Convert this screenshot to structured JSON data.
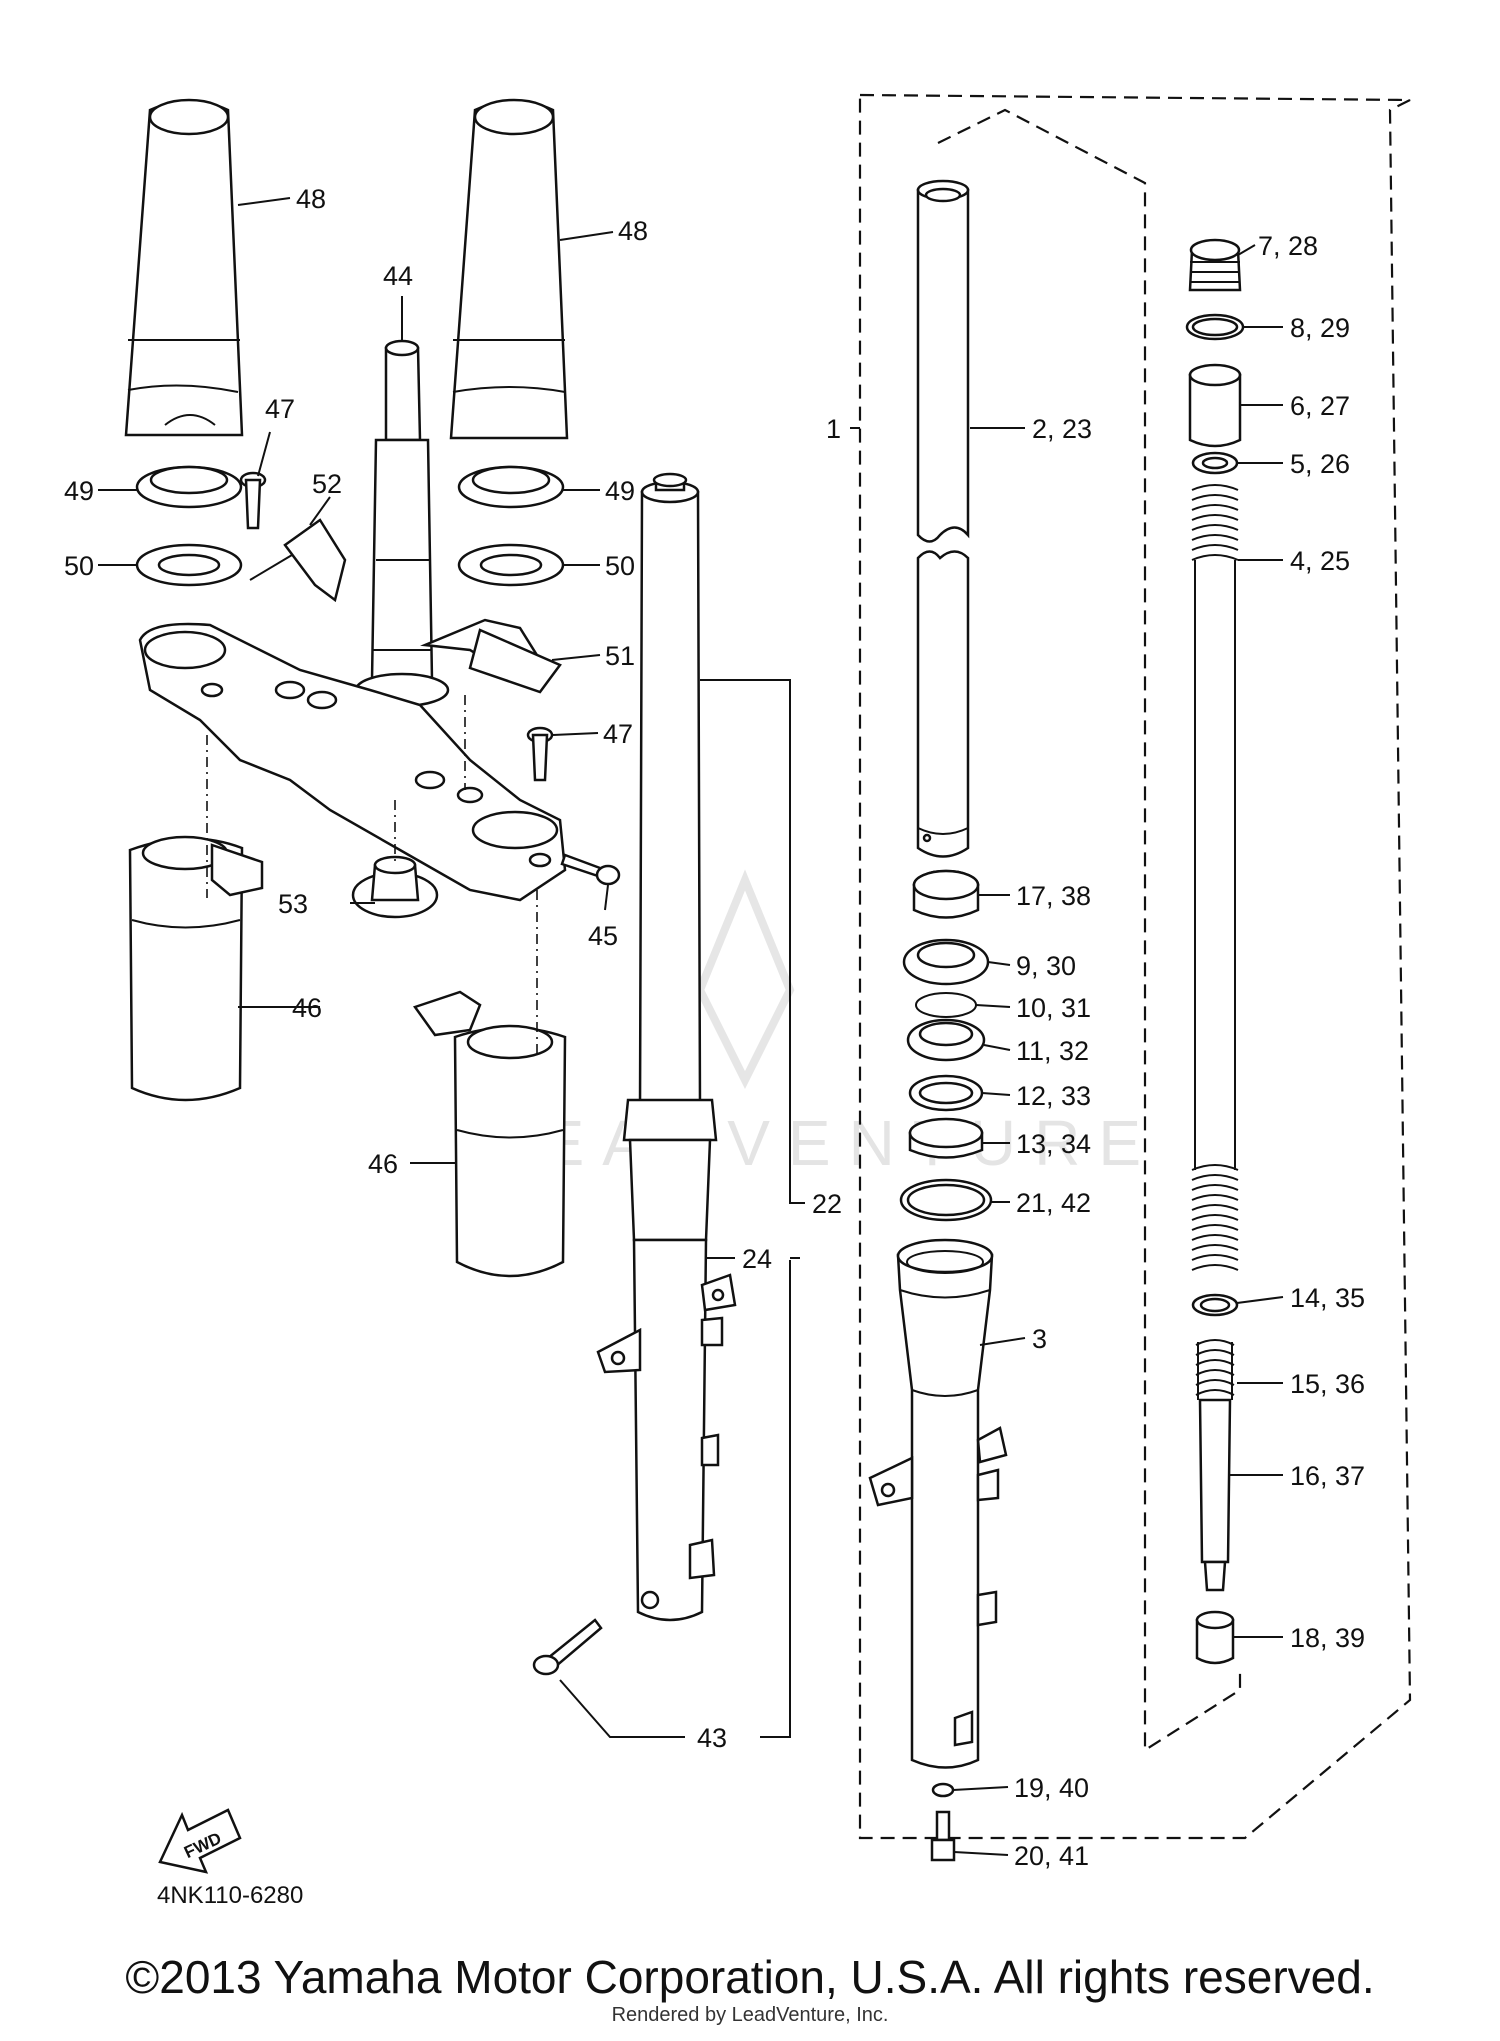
{
  "diagram": {
    "diagram_code": "4NK110-6280",
    "fwd_arrow_text": "FWD",
    "watermark_text": "LEADVENTURE",
    "labels": {
      "l1": "1",
      "l2_23": "2, 23",
      "l3": "3",
      "l4_25": "4, 25",
      "l5_26": "5, 26",
      "l6_27": "6, 27",
      "l7_28": "7, 28",
      "l8_29": "8, 29",
      "l9_30": "9, 30",
      "l10_31": "10, 31",
      "l11_32": "11, 32",
      "l12_33": "12, 33",
      "l13_34": "13, 34",
      "l14_35": "14, 35",
      "l15_36": "15, 36",
      "l16_37": "16, 37",
      "l17_38": "17, 38",
      "l18_39": "18, 39",
      "l19_40": "19, 40",
      "l20_41": "20, 41",
      "l21_42": "21, 42",
      "l22": "22",
      "l24": "24",
      "l43": "43",
      "l44": "44",
      "l45": "45",
      "l46": "46",
      "l47": "47",
      "l48": "48",
      "l49": "49",
      "l50": "50",
      "l51": "51",
      "l52": "52",
      "l53": "53"
    }
  },
  "footer": {
    "copyright": "©2013 Yamaha Motor Corporation, U.S.A. All rights reserved.",
    "rendered_by": "Rendered by LeadVenture, Inc."
  }
}
